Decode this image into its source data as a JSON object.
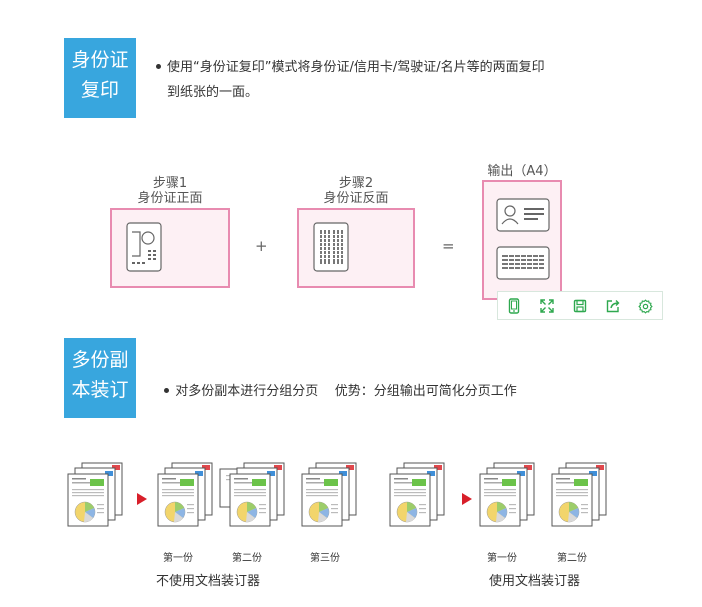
{
  "section1": {
    "badge_line1": "身份证",
    "badge_line2": "复印",
    "text_line1": "使用“身份证复印”模式将身份证/信用卡/驾驶证/名片等的两面复印",
    "text_line2": "到纸张的一面。"
  },
  "steps": {
    "step1_title": "步骤1",
    "step1_desc": "身份证正面",
    "step2_title": "步骤2",
    "step2_desc": "身份证反面",
    "output_label": "输出（A4）",
    "plus": "+",
    "equals": "="
  },
  "toolbar": {
    "icons": [
      "phone-icon",
      "expand-icon",
      "save-icon",
      "share-icon",
      "settings-icon"
    ]
  },
  "section2": {
    "badge_line1": "多份副",
    "badge_line2": "本装订",
    "text": "对多份副本进行分组分页    优势：分组输出可简化分页工作"
  },
  "left_group": {
    "copy1": "第一份",
    "copy2": "第二份",
    "copy3": "第三份",
    "caption": "不使用文档装订器"
  },
  "right_group": {
    "copy1": "第一份",
    "copy2": "第二份",
    "caption": "使用文档装订器"
  },
  "colors": {
    "badge": "#38a6de",
    "pink_border": "#e88bb0",
    "pink_fill": "#fdf0f4",
    "arrow": "#d81f2a",
    "toolbar_icon": "#2fa84f"
  }
}
